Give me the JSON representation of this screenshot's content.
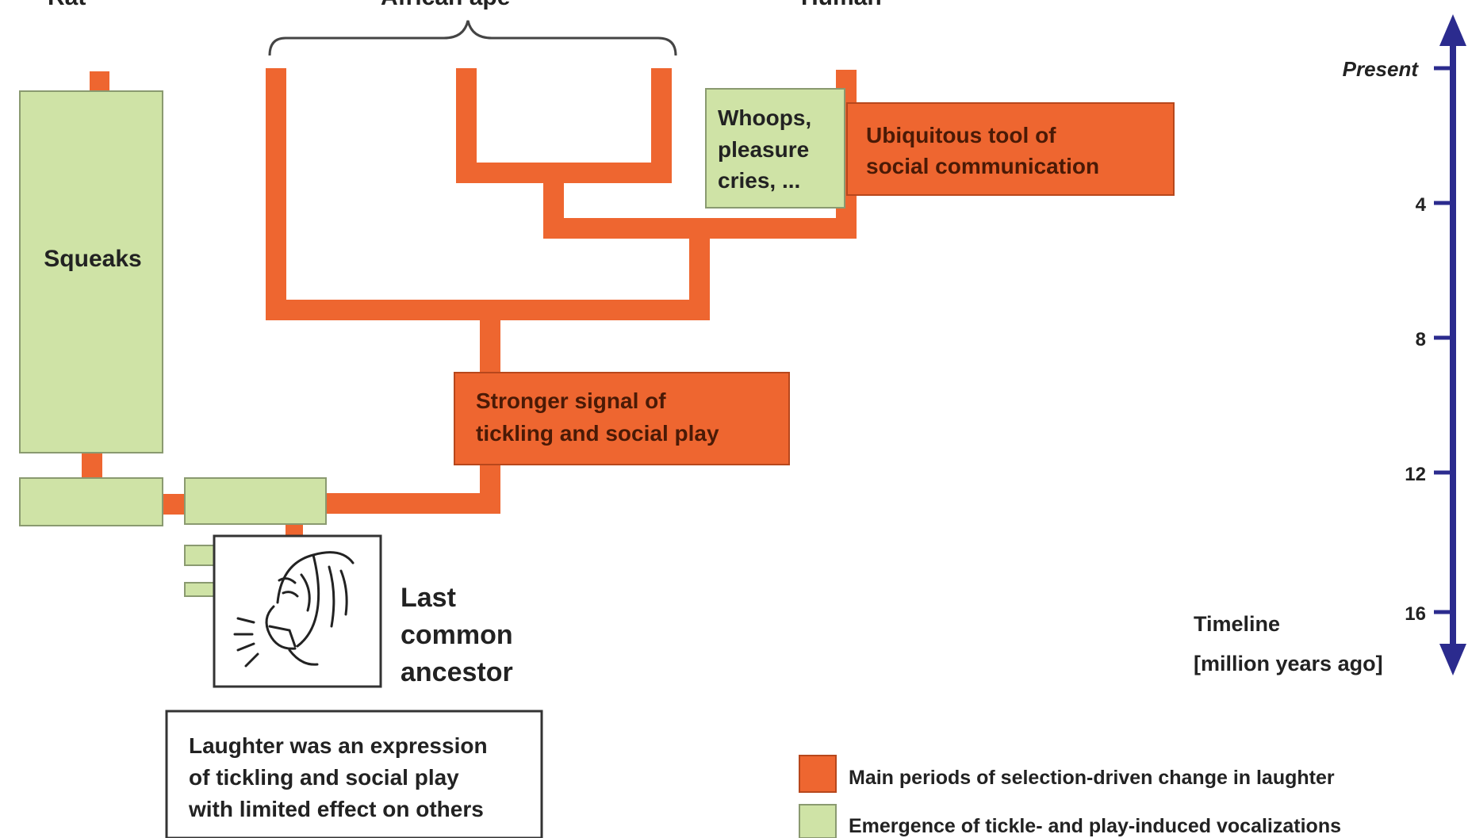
{
  "headers": {
    "left": "Rat",
    "middle": "African ape",
    "right": "Human"
  },
  "boxes": {
    "squeaks": "Squeaks",
    "whoops": [
      "Whoops,",
      "pleasure",
      "cries, ..."
    ],
    "ubiquitous": [
      "Ubiquitous tool of",
      "social communication"
    ],
    "stronger": [
      "Stronger signal of",
      "tickling and social play"
    ],
    "ancestor": [
      "Last",
      "common",
      "ancestor"
    ],
    "laughter": [
      "Laughter was an expression",
      "of tickling and social play",
      "with limited effect on others"
    ]
  },
  "timeline": {
    "present": "Present",
    "ticks": [
      "4",
      "8",
      "12",
      "16"
    ],
    "label": [
      "Timeline",
      "[million years ago]"
    ]
  },
  "legend": {
    "orange": "Main periods of selection-driven change in laughter",
    "green": "Emergence of tickle- and play-induced vocalizations"
  },
  "colors": {
    "orange": "#EE6630",
    "green": "#CFE3A6",
    "green_border": "#8A9A70",
    "timeline": "#2B2B8E",
    "text": "#222222"
  }
}
